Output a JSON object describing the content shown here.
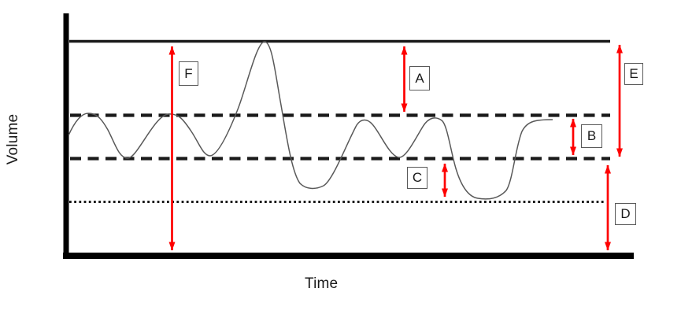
{
  "diagram": {
    "type": "lung-volume-spirometry-diagram",
    "y_axis_label": "Volume",
    "x_axis_label": "Time",
    "markers": {
      "F": "F",
      "A": "A",
      "E": "E",
      "B": "B",
      "C": "C",
      "D": "D"
    },
    "reference_lines": {
      "top_line_style": "solid",
      "upper_line_style": "dashed",
      "lower_line_style": "dashed",
      "bottom_line_style": "dotted"
    },
    "colors": {
      "arrow": "#fe0000",
      "curve": "#595959",
      "axis": "#000000",
      "reference_line": "#1a1a1a",
      "box_border": "#595959"
    }
  }
}
